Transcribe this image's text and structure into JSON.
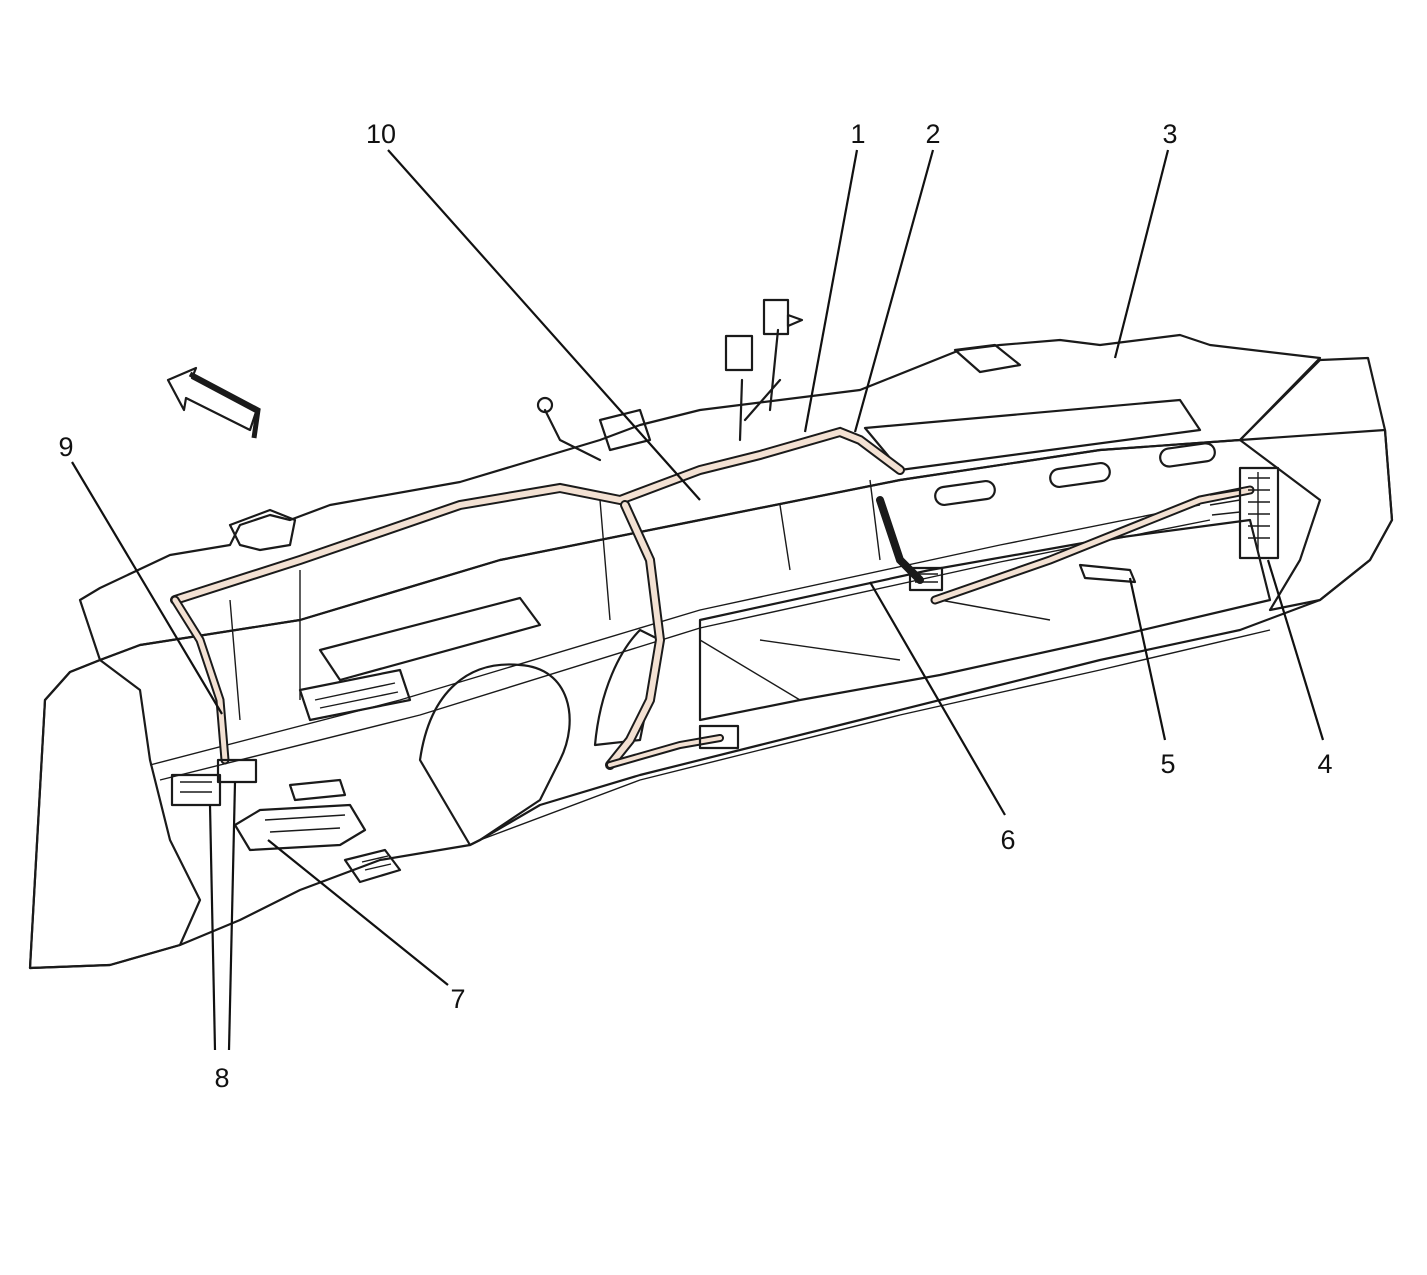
{
  "colors": {
    "panel_fill": "#f3e1d3",
    "panel_shadow": "#e9d2c2",
    "line": "#1a1a1a",
    "background": "#ffffff"
  },
  "callouts": [
    {
      "id": "1",
      "label": "1"
    },
    {
      "id": "2",
      "label": "2"
    },
    {
      "id": "3",
      "label": "3"
    },
    {
      "id": "4",
      "label": "4"
    },
    {
      "id": "5",
      "label": "5"
    },
    {
      "id": "6",
      "label": "6"
    },
    {
      "id": "7",
      "label": "7"
    },
    {
      "id": "8",
      "label": "8"
    },
    {
      "id": "9",
      "label": "9"
    },
    {
      "id": "10",
      "label": "10"
    }
  ],
  "icons": {
    "direction_arrow": "forward-arrow-icon"
  }
}
